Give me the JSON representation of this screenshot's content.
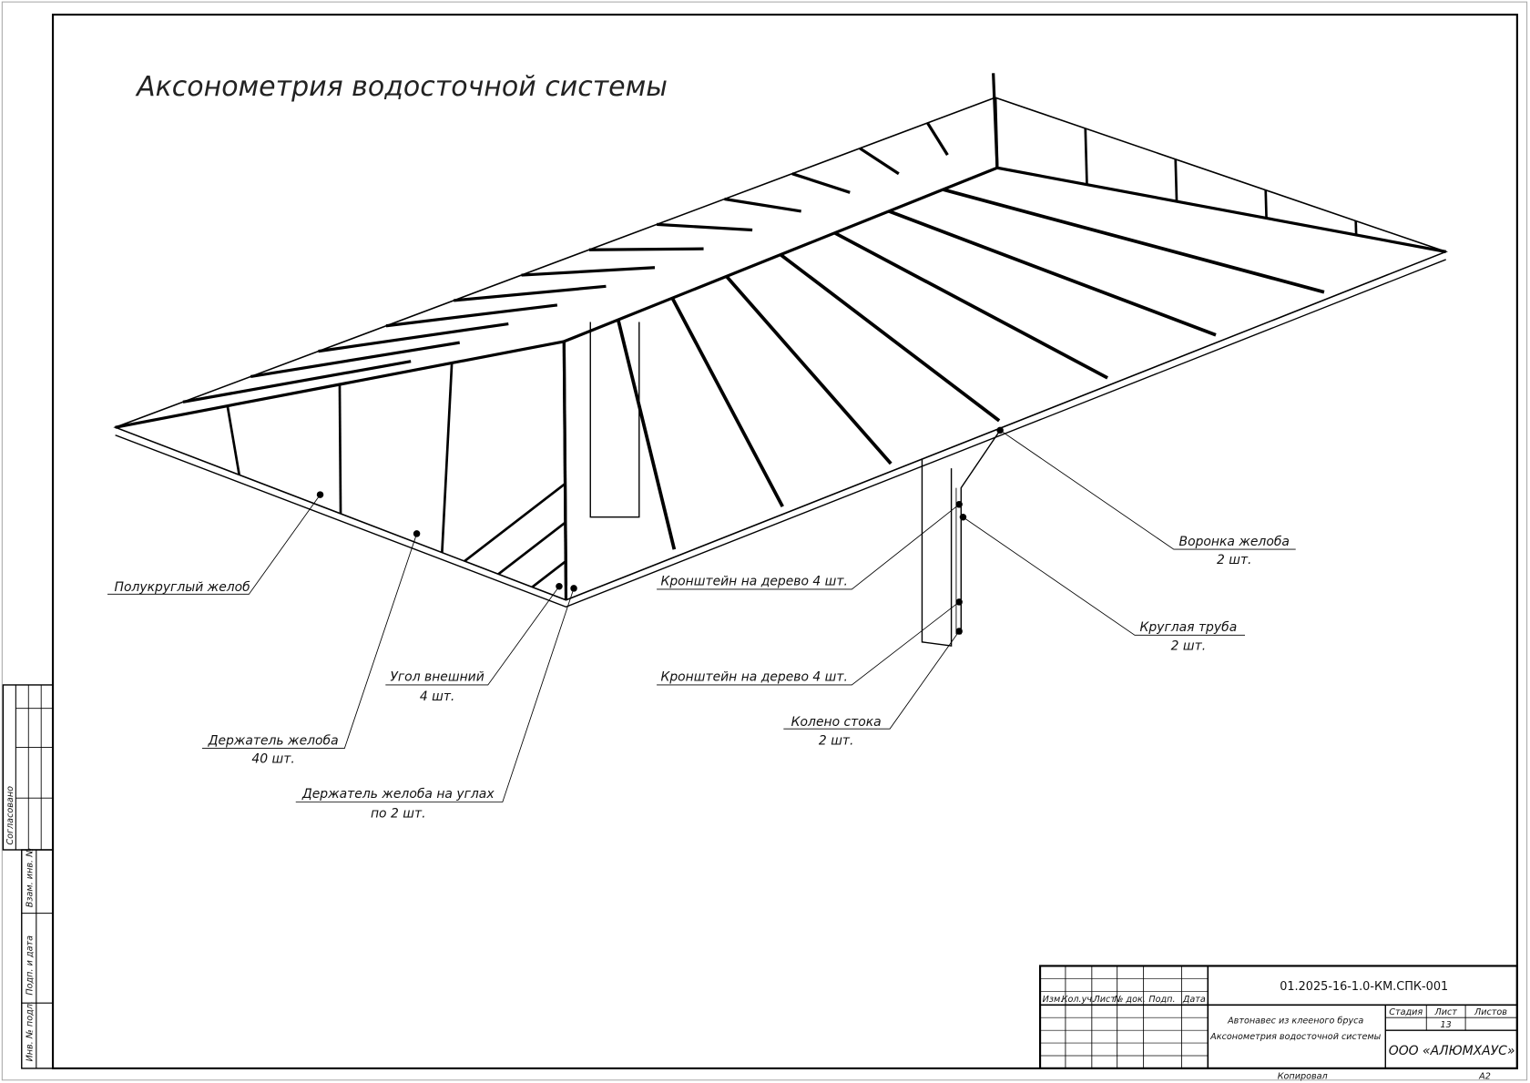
{
  "drawing": {
    "title": "Аксонометрия водосточной системы",
    "callouts": [
      {
        "id": "gutter",
        "line1": "Полукруглый желоб"
      },
      {
        "id": "outer-corner",
        "line1": "Угол внешний",
        "line2": "4 шт."
      },
      {
        "id": "gutter-holder",
        "line1": "Держатель желоба",
        "line2": "40 шт."
      },
      {
        "id": "gutter-holder-corners",
        "line1": "Держатель желоба на углах",
        "line2": "по 2 шт."
      },
      {
        "id": "bracket-1",
        "line1": "Кронштейн на дерево 4 шт."
      },
      {
        "id": "bracket-2",
        "line1": "Кронштейн на дерево 4 шт."
      },
      {
        "id": "elbow",
        "line1": "Колено стока",
        "line2": "2 шт."
      },
      {
        "id": "funnel",
        "line1": "Воронка желоба",
        "line2": "2 шт."
      },
      {
        "id": "pipe",
        "line1": "Круглая труба",
        "line2": "2 шт."
      }
    ]
  },
  "side_stamp": {
    "agreed": "Согласовано",
    "replace_inv": "Взам. инв. №",
    "sign_date": "Подп. и дата",
    "inv_orig": "Инв. № подл."
  },
  "title_block": {
    "code": "01.2025-16-1.0-КМ.СПК-001",
    "headers": [
      "Изм.",
      "Кол.уч.",
      "Лист",
      "№ док.",
      "Подп.",
      "Дата"
    ],
    "project": "Автонавес из клееного бруса",
    "sheet_title": "Аксонометрия водосточной системы",
    "stage_label": "Стадия",
    "sheet_label": "Лист",
    "sheets_label": "Листов",
    "sheet_number": "13",
    "company": "ООО «АЛЮМХАУС»",
    "copied": "Копировал",
    "format": "А2"
  }
}
